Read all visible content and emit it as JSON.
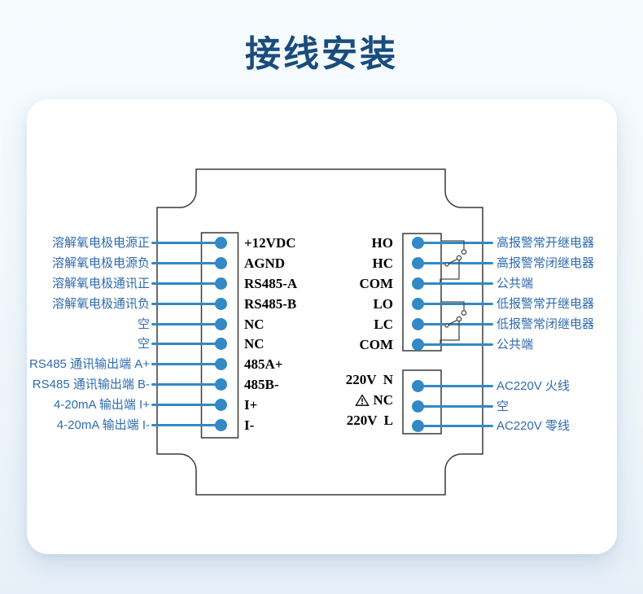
{
  "page": {
    "title": "接线安装"
  },
  "colors": {
    "accent_blue": "#3289c6",
    "label_blue": "#2e6bb0",
    "title_navy": "#1a4c7d",
    "outline_dark": "#3a3a3a"
  },
  "diagram": {
    "left_block": {
      "rows": [
        {
          "label": "溶解氧电极电源正",
          "terminal": "+12VDC"
        },
        {
          "label": "溶解氧电极电源负",
          "terminal": "AGND"
        },
        {
          "label": "溶解氧电极通讯正",
          "terminal": "RS485-A"
        },
        {
          "label": "溶解氧电极通讯负",
          "terminal": "RS485-B"
        },
        {
          "label": "空",
          "terminal": "NC"
        },
        {
          "label": "空",
          "terminal": "NC"
        },
        {
          "label": "RS485 通讯输出端 A+",
          "terminal": "485A+"
        },
        {
          "label": "RS485 通讯输出端 B-",
          "terminal": "485B-"
        },
        {
          "label": "4-20mA 输出端 I+",
          "terminal": "I+"
        },
        {
          "label": "4-20mA 输出端 I-",
          "terminal": "I-"
        }
      ]
    },
    "relay_block": {
      "rows": [
        {
          "terminal": "HO",
          "label": "高报警常开继电器"
        },
        {
          "terminal": "HC",
          "label": "高报警常闭继电器"
        },
        {
          "terminal": "COM",
          "label": "公共端"
        },
        {
          "terminal": "LO",
          "label": "低报警常开继电器"
        },
        {
          "terminal": "LC",
          "label": "低报警常闭继电器"
        },
        {
          "terminal": "COM",
          "label": "公共端"
        }
      ]
    },
    "power_block": {
      "rows": [
        {
          "terminal": "220V  N",
          "label": "AC220V 火线"
        },
        {
          "terminal": "NC",
          "icon": "warning-triangle-icon",
          "label": "空"
        },
        {
          "terminal": "220V  L",
          "label": "AC220V 零线"
        }
      ]
    }
  }
}
